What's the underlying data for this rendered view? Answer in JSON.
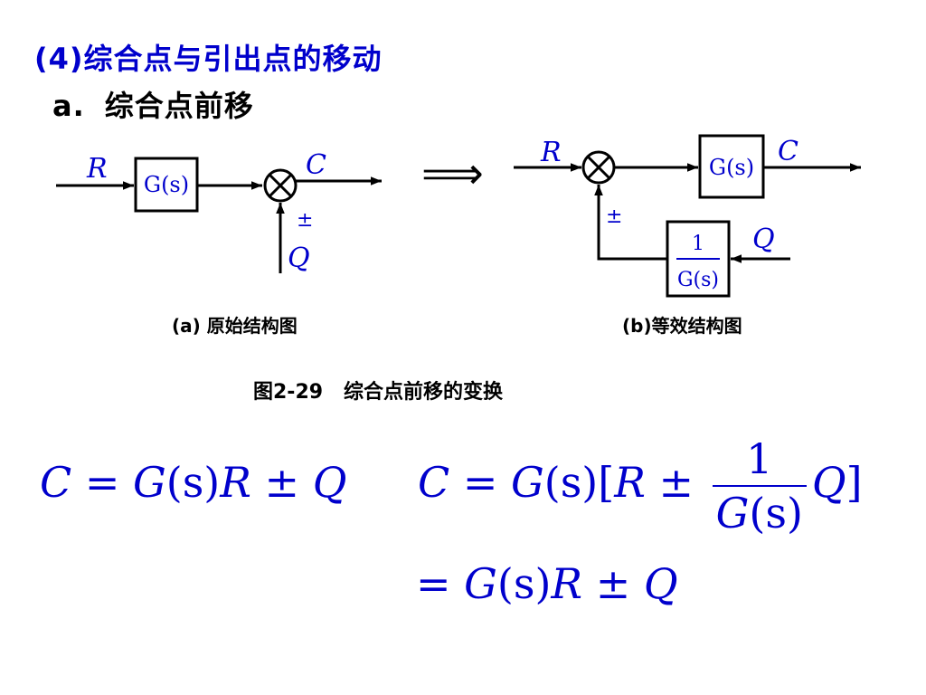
{
  "title": "(4)综合点与引出点的移动",
  "subtitle": {
    "label": "a.",
    "text": "综合点前移"
  },
  "diagram_a": {
    "input": "R",
    "block": "G(s)",
    "output": "C",
    "sign": "±",
    "disturbance": "Q",
    "caption": "(a) 原始结构图"
  },
  "diagram_b": {
    "input": "R",
    "block": "G(s)",
    "output": "C",
    "sign": "±",
    "disturbance": "Q",
    "feedback_block": {
      "numerator": "1",
      "denominator": "G(s)"
    },
    "caption": "(b)等效结构图"
  },
  "transform_arrow": "⟹",
  "figure_caption": "图2-29   综合点前移的变换",
  "equations": {
    "left": {
      "lhs": "C",
      "eq": "=",
      "g": "G",
      "s": "(s)",
      "r": "R",
      "pm": "±",
      "q": "Q"
    },
    "right_line1": {
      "lhs": "C",
      "eq": "=",
      "g": "G",
      "s": "(s)",
      "open": "[",
      "r": "R",
      "pm": "±",
      "frac_num": "1",
      "frac_den_g": "G",
      "frac_den_s": "(s)",
      "q": "Q",
      "close": "]"
    },
    "right_line2": {
      "eq": "=",
      "g": "G",
      "s": "(s)",
      "r": "R",
      "pm": "±",
      "q": "Q"
    }
  },
  "colors": {
    "blue": "#0000cc",
    "black": "#000000"
  }
}
